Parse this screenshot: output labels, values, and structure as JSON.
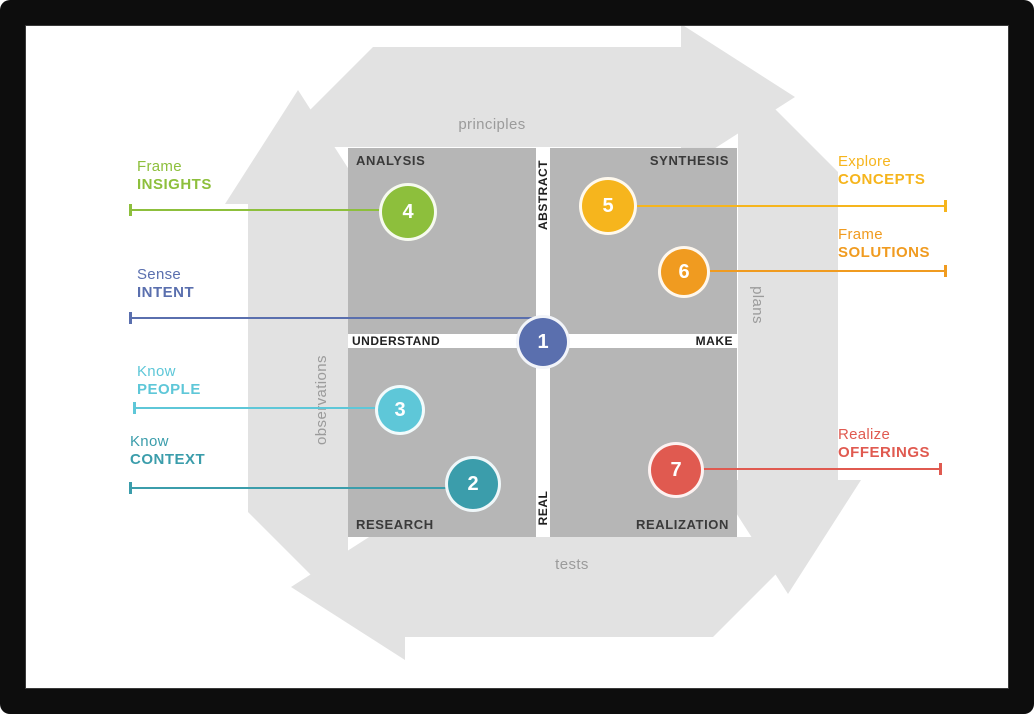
{
  "outer_labels": {
    "top": "principles",
    "right": "plans",
    "bottom": "tests",
    "left": "observations"
  },
  "axes": {
    "vertical_top": "ABSTRACT",
    "vertical_bottom": "REAL",
    "horizontal_left": "UNDERSTAND",
    "horizontal_right": "MAKE"
  },
  "quadrants": {
    "top_left": "ANALYSIS",
    "top_right": "SYNTHESIS",
    "bottom_left": "RESEARCH",
    "bottom_right": "REALIZATION"
  },
  "nodes": [
    {
      "number": "1",
      "color": "#5a6fae",
      "label_line1": "Sense",
      "label_line2": "INTENT",
      "side": "left"
    },
    {
      "number": "2",
      "color": "#3b9dab",
      "label_line1": "Know",
      "label_line2": "CONTEXT",
      "side": "left"
    },
    {
      "number": "3",
      "color": "#5ec7d8",
      "label_line1": "Know",
      "label_line2": "PEOPLE",
      "side": "left"
    },
    {
      "number": "4",
      "color": "#8dbf3c",
      "label_line1": "Frame",
      "label_line2": "INSIGHTS",
      "side": "left"
    },
    {
      "number": "5",
      "color": "#f6b51d",
      "label_line1": "Explore",
      "label_line2": "CONCEPTS",
      "side": "right"
    },
    {
      "number": "6",
      "color": "#f09b20",
      "label_line1": "Frame",
      "label_line2": "SOLUTIONS",
      "side": "right"
    },
    {
      "number": "7",
      "color": "#e05a50",
      "label_line1": "Realize",
      "label_line2": "OFFERINGS",
      "side": "right"
    }
  ],
  "background": {
    "cycle_arrows_color": "#e2e2e2",
    "quadrant_color": "#b6b6b6",
    "frame_color": "#0d0d0d",
    "outer_label_color": "#9b9b9b"
  }
}
